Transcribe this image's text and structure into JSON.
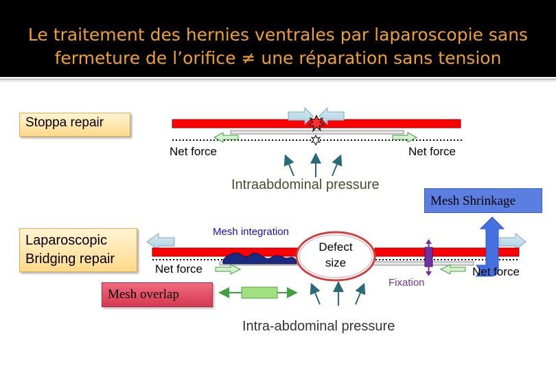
{
  "slide": {
    "title_line1": "Le traitement des hernies ventrales par laparoscopie sans",
    "title_line2": "fermeture de l’orifice ≠ une réparation sans tension"
  },
  "stoppa": {
    "label": "Stoppa repair",
    "net_force_left": "Net force",
    "net_force_right": "Net force",
    "pressure": "Intraabdominal pressure"
  },
  "bridging": {
    "label_line1": "Laparoscopic",
    "label_line2": "Bridging repair",
    "mesh_integration": "Mesh integration",
    "defect_line1": "Defect",
    "defect_line2": "size",
    "net_force_left": "Net force",
    "net_force_right": "Net force",
    "fixation": "Fixation",
    "mesh_overlap": "Mesh overlap",
    "mesh_shrinkage": "Mesh Shrinkage",
    "pressure": "Intra-abdominal pressure"
  },
  "colors": {
    "muscle": "#ff0000",
    "title": "#f0a030",
    "mesh_integration_text": "#1010c0",
    "fixation_text": "#7030a0"
  }
}
